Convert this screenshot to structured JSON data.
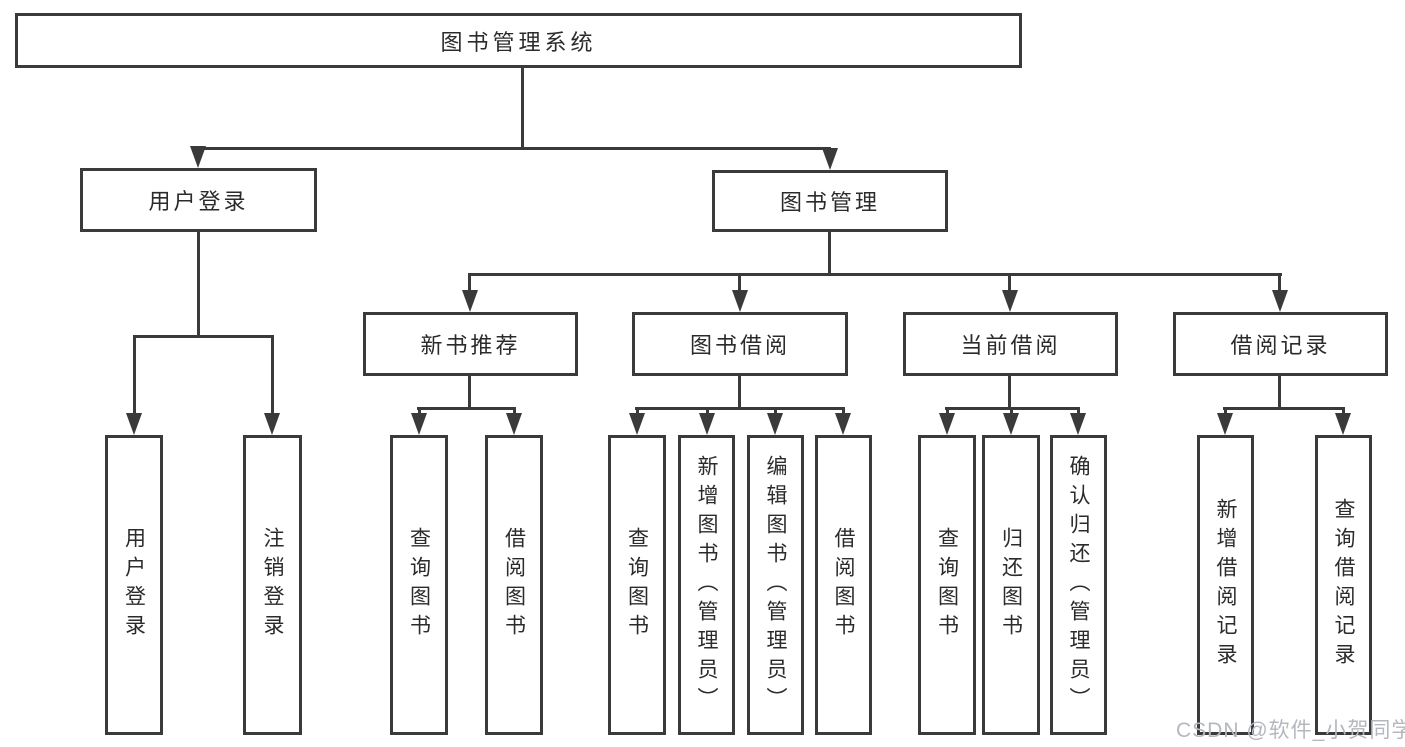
{
  "diagram": {
    "root": {
      "label": "图书管理系统"
    },
    "branches": [
      {
        "label": "用户登录",
        "children": [
          {
            "label": "用户登录"
          },
          {
            "label": "注销登录"
          }
        ]
      },
      {
        "label": "图书管理",
        "children": [
          {
            "label": "新书推荐",
            "children": [
              {
                "label": "查询图书"
              },
              {
                "label": "借阅图书"
              }
            ]
          },
          {
            "label": "图书借阅",
            "children": [
              {
                "label": "查询图书"
              },
              {
                "label": "新增图书（管理员）"
              },
              {
                "label": "编辑图书（管理员）"
              },
              {
                "label": "借阅图书"
              }
            ]
          },
          {
            "label": "当前借阅",
            "children": [
              {
                "label": "查询图书"
              },
              {
                "label": "归还图书"
              },
              {
                "label": "确认归还（管理员）"
              }
            ]
          },
          {
            "label": "借阅记录",
            "children": [
              {
                "label": "新增借阅记录"
              },
              {
                "label": "查询借阅记录"
              }
            ]
          }
        ]
      }
    ],
    "watermark": "CSDN @软件_小贺同学",
    "colors": {
      "line": "#3a3a3a",
      "text": "#2b2b2b",
      "box_background": "#ffffff",
      "watermark": "#b4b8be"
    }
  }
}
